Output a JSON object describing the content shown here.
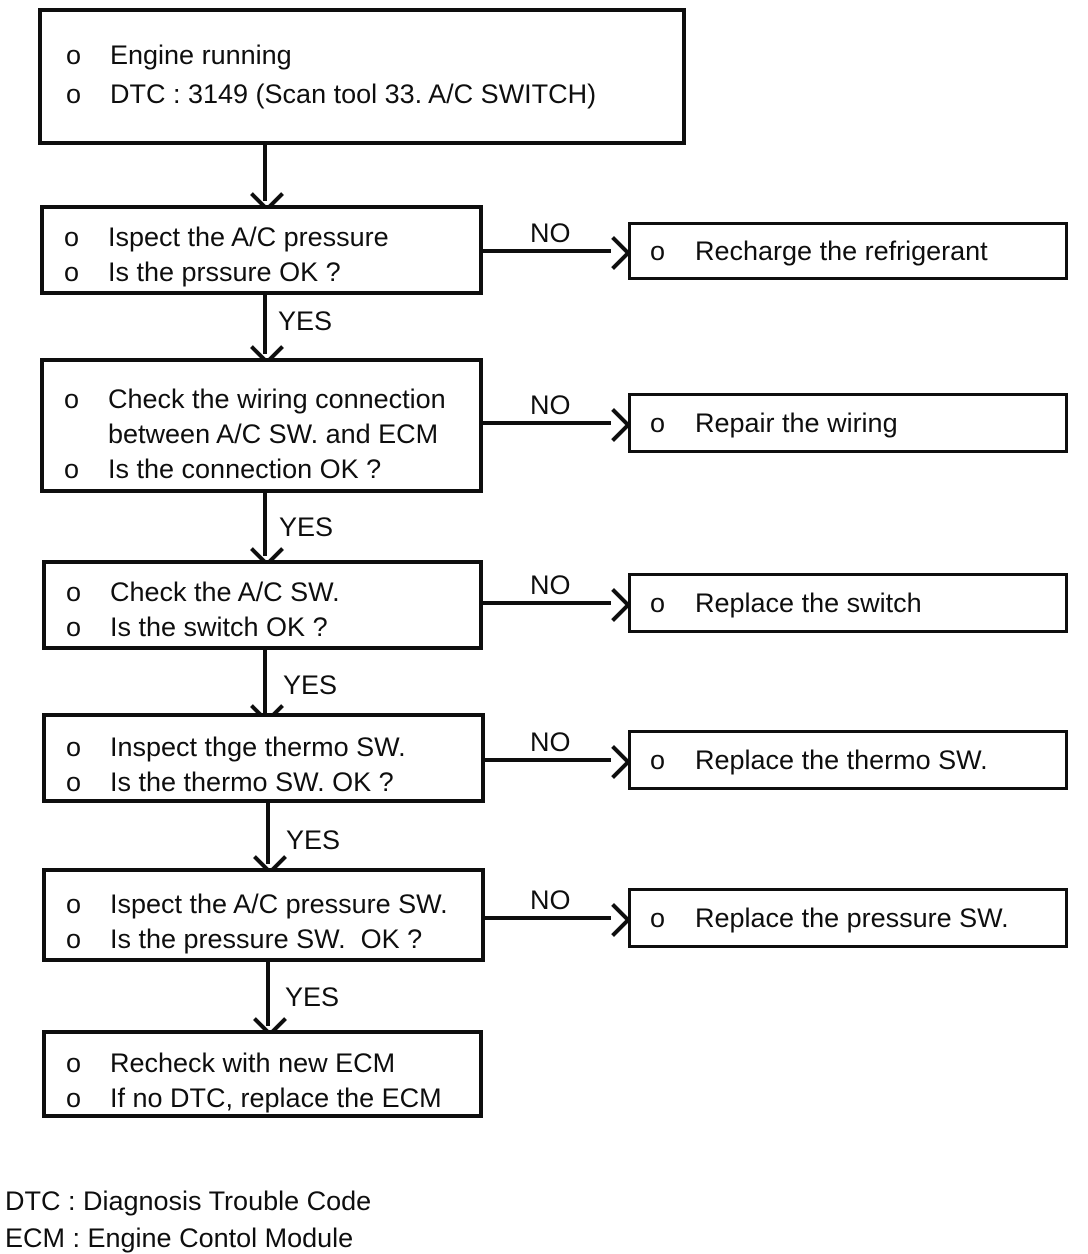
{
  "bullet": "o",
  "labels": {
    "yes": "YES",
    "no": "NO"
  },
  "start_box": {
    "items": [
      "Engine running",
      "DTC : 3149 (Scan tool 33. A/C SWITCH)"
    ]
  },
  "steps": [
    {
      "lines": [
        "Ispect the A/C pressure",
        "Is the prssure OK ?"
      ],
      "action": "Recharge the refrigerant"
    },
    {
      "lines": [
        "Check the wiring connection",
        "between A/C SW. and ECM",
        "Is the connection OK ?"
      ],
      "action": "Repair the wiring"
    },
    {
      "lines": [
        "Check the A/C SW.",
        "Is the switch OK ?"
      ],
      "action": "Replace the switch"
    },
    {
      "lines": [
        "Inspect thge thermo SW.",
        "Is the thermo SW. OK ?"
      ],
      "action": "Replace the thermo SW."
    },
    {
      "lines": [
        "Ispect the A/C pressure SW.",
        "Is the pressure SW.  OK ?"
      ],
      "action": "Replace the pressure SW."
    }
  ],
  "end_box": {
    "items": [
      "Recheck with new ECM",
      "If no DTC, replace the ECM"
    ]
  },
  "legend": [
    "DTC : Diagnosis Trouble Code",
    "ECM : Engine Contol Module"
  ]
}
